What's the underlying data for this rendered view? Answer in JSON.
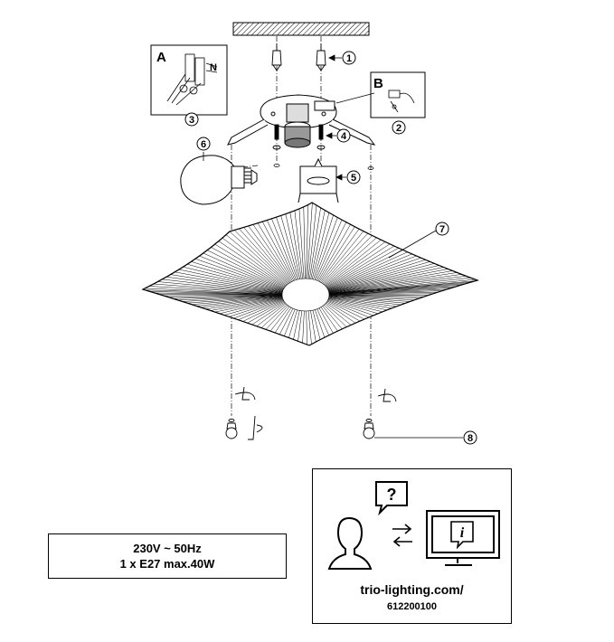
{
  "callouts": {
    "part_1": "1",
    "part_2": "2",
    "part_3": "3",
    "part_4": "4",
    "part_5": "5",
    "part_6": "6",
    "part_7": "7",
    "part_8": "8"
  },
  "detail_labels": {
    "detail_a": "A",
    "detail_b": "B"
  },
  "spec": {
    "line1": "230V ~ 50Hz",
    "line2": "1 x E27 max.40W"
  },
  "support": {
    "question_glyph": "?",
    "info_glyph": "i",
    "url": "trio-lighting.com/",
    "code": "612200100"
  }
}
